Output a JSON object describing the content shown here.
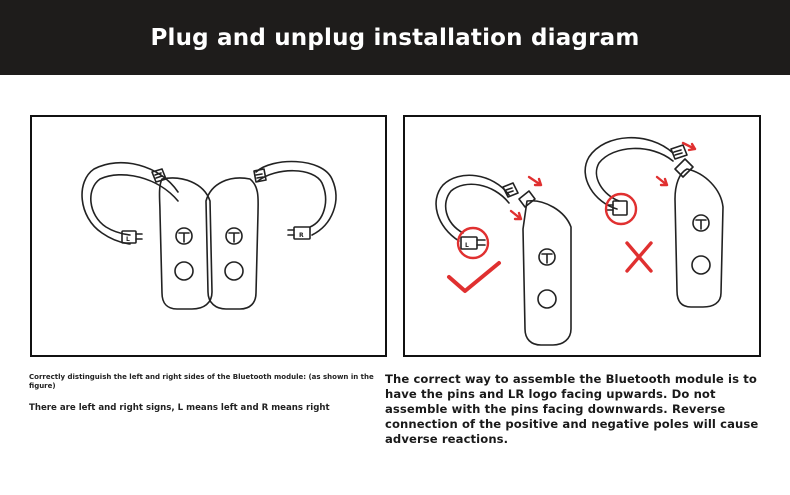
{
  "header": {
    "title": "Plug and unplug installation diagram",
    "background": "#1e1c1b"
  },
  "left_panel": {
    "left_marker": "L",
    "right_marker": "R"
  },
  "right_panel": {
    "correct_marker": "L",
    "mark_color": "#e03030"
  },
  "captions": {
    "distinguish": "Correctly distinguish the left and right sides of the Bluetooth module: (as shown in the figure)",
    "signs": "There are left and right signs, L means left and R means right",
    "assembly": "The correct way to assemble the Bluetooth module is to have the pins and LR logo facing upwards. Do not assemble with the pins facing downwards. Reverse connection of the positive and negative poles will cause adverse reactions."
  }
}
